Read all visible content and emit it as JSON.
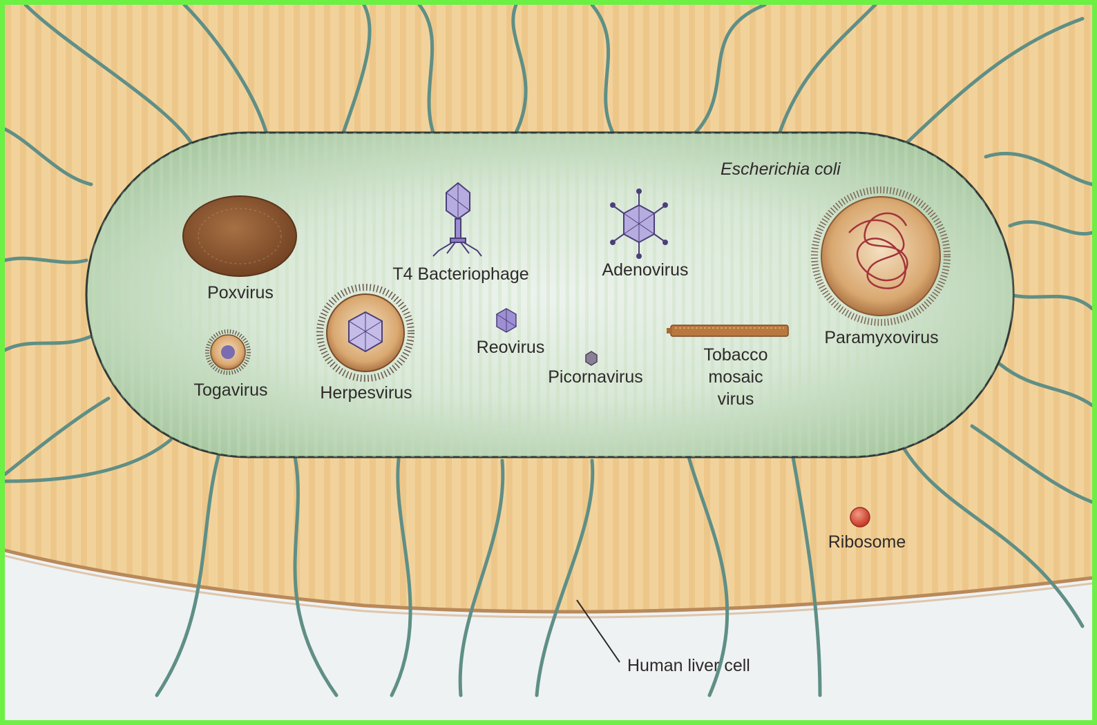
{
  "labels": {
    "ecoli": "Escherichia coli",
    "poxvirus": "Poxvirus",
    "t4": "T4 Bacteriophage",
    "adenovirus": "Adenovirus",
    "paramyxovirus": "Paramyxovirus",
    "togavirus": "Togavirus",
    "herpesvirus": "Herpesvirus",
    "reovirus": "Reovirus",
    "picornavirus": "Picornavirus",
    "tmv": "Tobacco mosaic virus",
    "ribosome": "Ribosome",
    "liver_cell": "Human liver cell"
  },
  "colors": {
    "frame": "#6cf044",
    "liver_cytoplasm": "#f1cf97",
    "bacterium_body": "#c9dfc0",
    "flagella": "#5f8f86",
    "poxvirus": "#8e5a33",
    "capsid": "#9d8fd2",
    "envelope": "#c88c52",
    "ribosome": "#d94d3a"
  },
  "icons": [
    "flagellum",
    "poxvirus-particle",
    "t4-bacteriophage-particle",
    "adenovirus-particle",
    "paramyxovirus-particle",
    "togavirus-particle",
    "herpesvirus-particle",
    "reovirus-particle",
    "picornavirus-particle",
    "tobacco-mosaic-virus-rod",
    "ribosome-particle",
    "leader-line"
  ]
}
